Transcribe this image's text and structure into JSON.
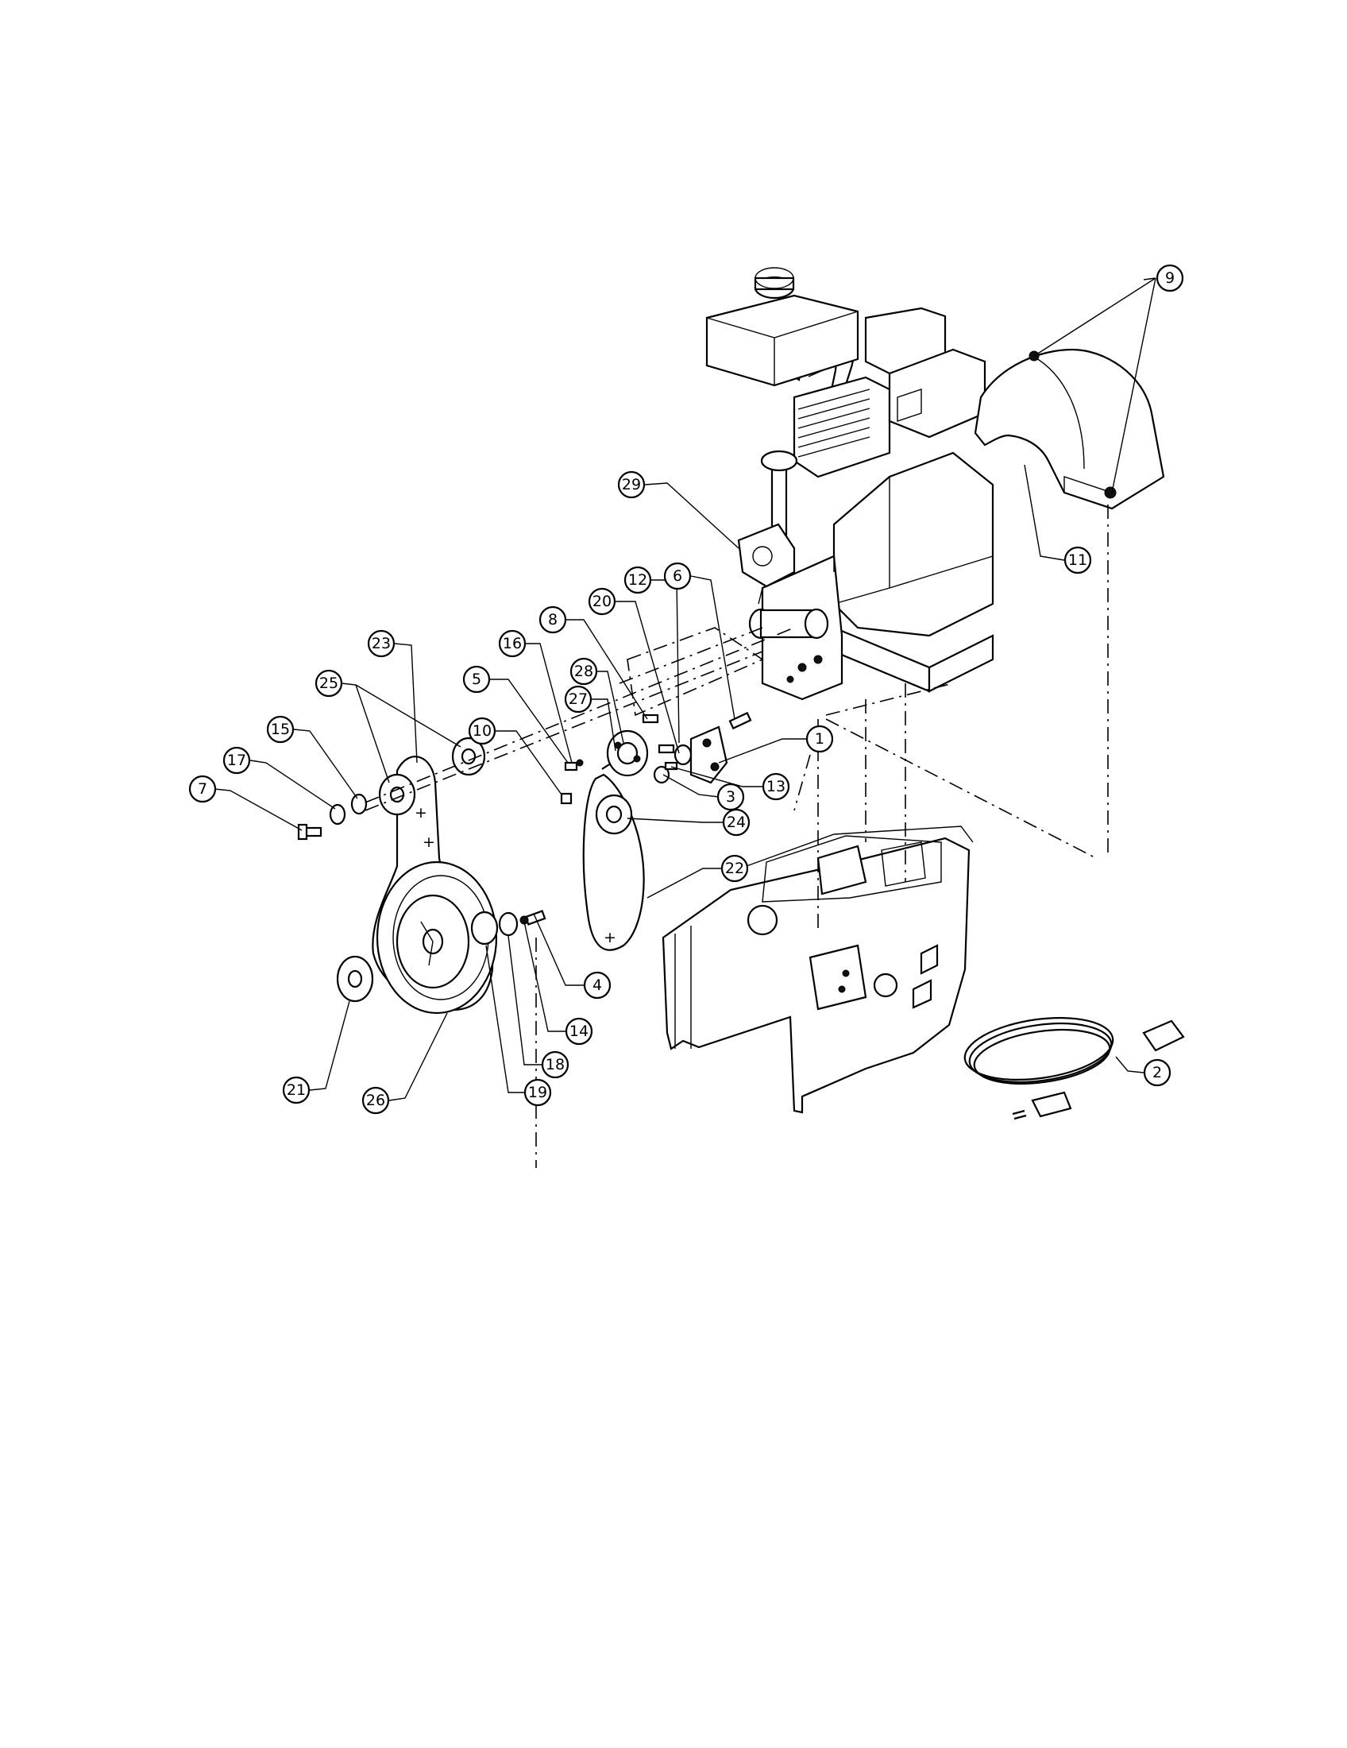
{
  "callouts": [
    "1",
    "2",
    "3",
    "4",
    "5",
    "6",
    "7",
    "8",
    "9",
    "10",
    "11",
    "12",
    "13",
    "14",
    "15",
    "16",
    "17",
    "18",
    "19",
    "20",
    "21",
    "22",
    "23",
    "24",
    "25",
    "26",
    "27",
    "28",
    "29"
  ]
}
